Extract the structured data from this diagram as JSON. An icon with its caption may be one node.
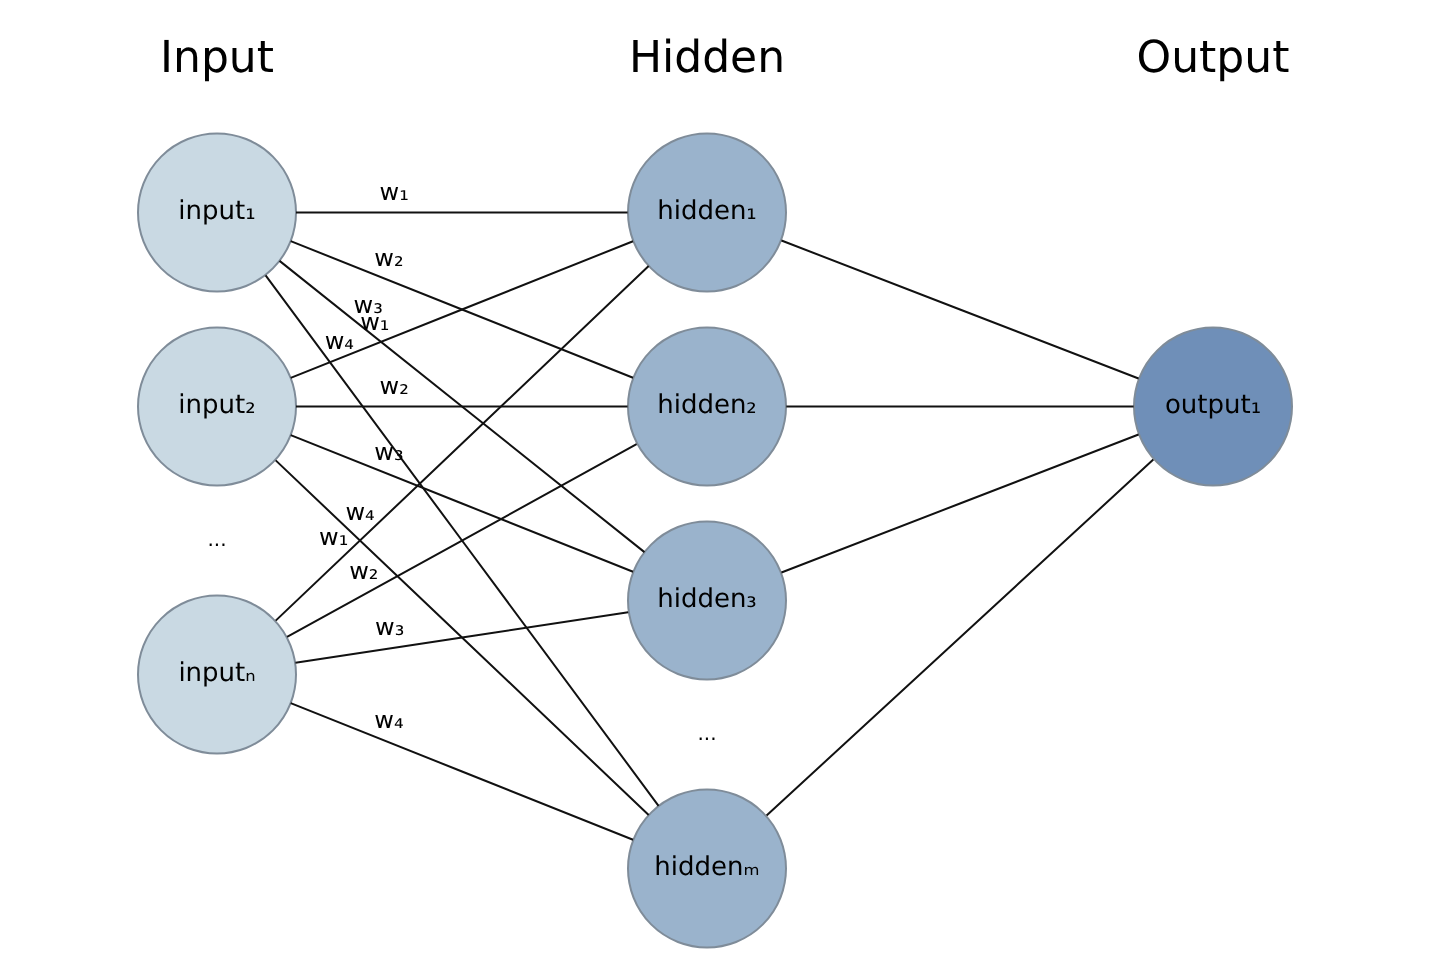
{
  "diagram": {
    "nodes": [
      {
        "text": [
          "input₁"
        ]
      },
      {
        "text": [
          "input₂"
        ]
      },
      {
        "text": [
          "inputₙ"
        ]
      },
      {
        "text": [
          "hidden₁"
        ]
      },
      {
        "text": [
          "hidden₂"
        ]
      },
      {
        "text": [
          "hidden₃"
        ]
      },
      {
        "text": [
          "hiddenₘ"
        ]
      },
      {
        "text": [
          "output₁"
        ]
      }
    ],
    "edges": [
      {
        "from": 0,
        "to": 3,
        "arrow": "none",
        "label": "w₁"
      },
      {
        "from": 0,
        "to": 4,
        "arrow": "none",
        "label": "w₂"
      },
      {
        "from": 0,
        "to": 5,
        "arrow": "none",
        "label": "w₃"
      },
      {
        "from": 0,
        "to": 6,
        "arrow": "none",
        "label": "w₄"
      },
      {
        "from": 1,
        "to": 3,
        "arrow": "none",
        "label": "w₁"
      },
      {
        "from": 1,
        "to": 4,
        "arrow": "none",
        "label": "w₂"
      },
      {
        "from": 1,
        "to": 5,
        "arrow": "none",
        "label": "w₃"
      },
      {
        "from": 1,
        "to": 6,
        "arrow": "none",
        "label": "w₄"
      },
      {
        "from": 2,
        "to": 3,
        "arrow": "none",
        "label": "w₁"
      },
      {
        "from": 2,
        "to": 4,
        "arrow": "none",
        "label": "w₂"
      },
      {
        "from": 2,
        "to": 5,
        "arrow": "none",
        "label": "w₃"
      },
      {
        "from": 2,
        "to": 6,
        "arrow": "none",
        "label": "w₄"
      },
      {
        "from": 3,
        "to": 7,
        "arrow": "none"
      },
      {
        "from": 4,
        "to": 7,
        "arrow": "none"
      },
      {
        "from": 5,
        "to": 7,
        "arrow": "none"
      },
      {
        "from": 6,
        "to": 7,
        "arrow": "none"
      }
    ],
    "labels": [
      "Input",
      "Hidden",
      "Output",
      "...",
      "..."
    ]
  }
}
